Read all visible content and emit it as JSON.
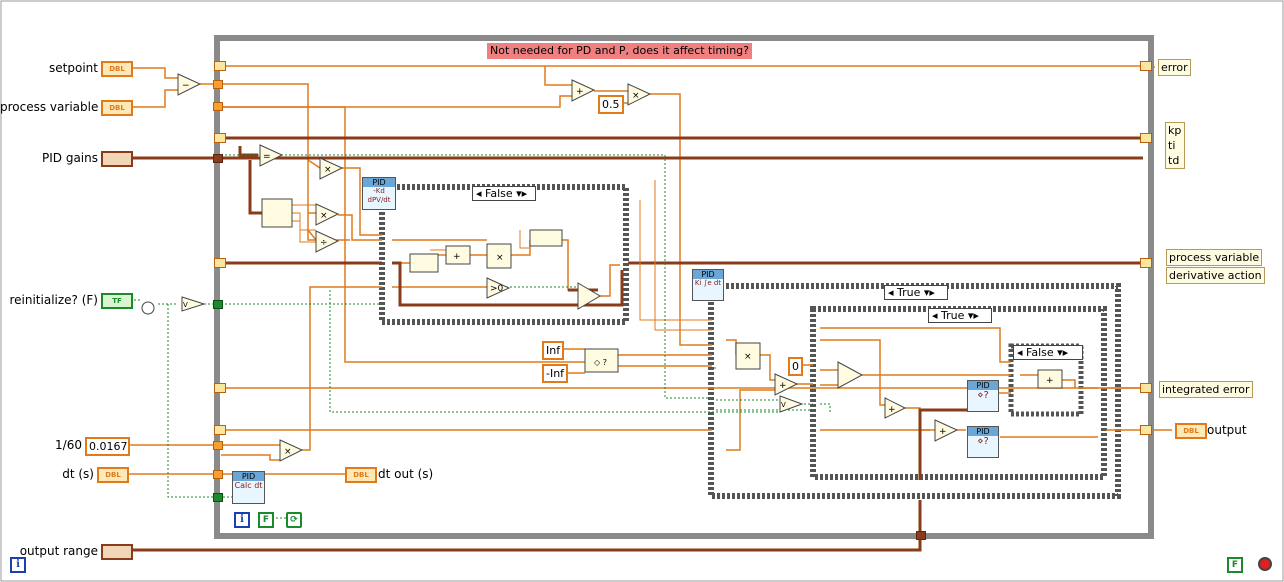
{
  "note": "Not needed for PD and P, does it affect timing?",
  "inputs": {
    "setpoint": "setpoint",
    "process_variable": "process variable",
    "pid_gains": "PID gains",
    "reinitialize": "reinitialize? (F)",
    "one_sixtieth": "1/60",
    "dt": "dt (s)",
    "output_range": "output range"
  },
  "terminal_types": {
    "dbl": "DBL",
    "tf": "TF"
  },
  "constants": {
    "interval": "0.0167",
    "half": "0.5",
    "inf": "Inf",
    "neg_inf": "-Inf",
    "zero": "0"
  },
  "outputs": {
    "error": "error",
    "gains": [
      "kp",
      "ti",
      "td"
    ],
    "process_variable": "process variable",
    "derivative_action": "derivative action",
    "integrated_error": "integrated error",
    "output": "output",
    "dt_out": "dt out (s)"
  },
  "case_structures": {
    "derivative": "False",
    "outer": "True",
    "inner": "True",
    "innermost": "False"
  },
  "subvis": {
    "derivative": {
      "header": "PID",
      "body": "-Kd dPV/dt"
    },
    "integral": {
      "header": "PID",
      "body": "Ki ∫e dt"
    },
    "calc_dt": {
      "header": "PID",
      "body": "Calc dt"
    },
    "coerce_a": {
      "header": "PID"
    },
    "coerce_b": {
      "header": "PID"
    }
  },
  "loop": {
    "iteration": "i",
    "condition": "F"
  },
  "colors": {
    "orange": "#e07a1a",
    "brown": "#8a3c1a",
    "green": "#1a8a2a",
    "frame": "#8a8a8a"
  }
}
